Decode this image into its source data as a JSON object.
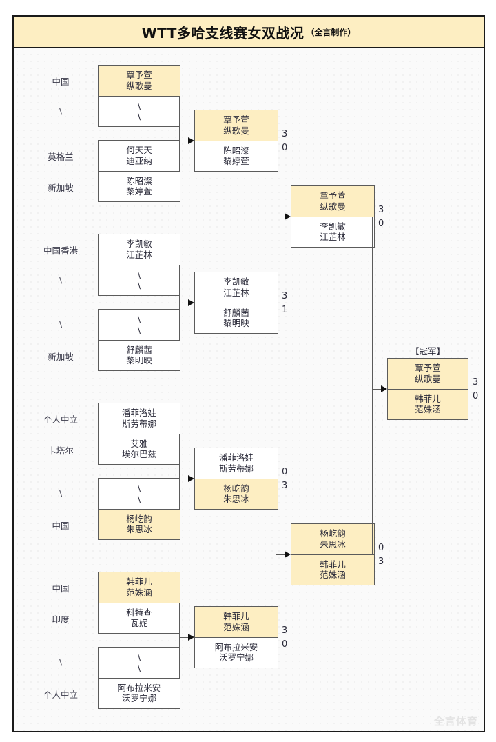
{
  "title": {
    "main": "WTT多哈支线赛女双战况",
    "sub": "（全言制作）"
  },
  "watermark": "全言体育",
  "champion_label": "【冠军】",
  "blank_marker": "\\",
  "rounds": {
    "r1": [
      {
        "label_top": "中国",
        "label_bot": "\\",
        "top": {
          "l1": "覃予萱",
          "l2": "纵歌曼",
          "win": true
        },
        "bot": {
          "l1": "\\",
          "l2": "\\",
          "win": false
        }
      },
      {
        "label_top": "英格兰",
        "label_bot": "新加坡",
        "top": {
          "l1": "何天天",
          "l2": "迪亚纳",
          "win": false
        },
        "bot": {
          "l1": "陈昭澯",
          "l2": "黎婷萱",
          "win": false
        }
      },
      {
        "label_top": "中国香港",
        "label_bot": "\\",
        "top": {
          "l1": "李凯敏",
          "l2": "江芷林",
          "win": false
        },
        "bot": {
          "l1": "\\",
          "l2": "\\",
          "win": false
        }
      },
      {
        "label_top": "\\",
        "label_bot": "新加坡",
        "top": {
          "l1": "\\",
          "l2": "\\",
          "win": false
        },
        "bot": {
          "l1": "舒麟茜",
          "l2": "黎明映",
          "win": false
        }
      },
      {
        "label_top": "个人中立",
        "label_bot": "卡塔尔",
        "top": {
          "l1": "潘菲洛娃",
          "l2": "斯劳蒂娜",
          "win": false
        },
        "bot": {
          "l1": "艾雅",
          "l2": "埃尔巴兹",
          "win": false
        }
      },
      {
        "label_top": "\\",
        "label_bot": "中国",
        "top": {
          "l1": "\\",
          "l2": "\\",
          "win": false
        },
        "bot": {
          "l1": "杨屹韵",
          "l2": "朱思冰",
          "win": true
        }
      },
      {
        "label_top": "中国",
        "label_bot": "印度",
        "top": {
          "l1": "韩菲儿",
          "l2": "范姝涵",
          "win": true
        },
        "bot": {
          "l1": "科特查",
          "l2": "瓦妮",
          "win": false
        }
      },
      {
        "label_top": "\\",
        "label_bot": "个人中立",
        "top": {
          "l1": "\\",
          "l2": "\\",
          "win": false
        },
        "bot": {
          "l1": "阿布拉米安",
          "l2": "沃罗宁娜",
          "win": false
        }
      }
    ],
    "r2": [
      {
        "top": {
          "l1": "覃予萱",
          "l2": "纵歌曼",
          "win": true,
          "score": "3"
        },
        "bot": {
          "l1": "陈昭澯",
          "l2": "黎婷萱",
          "win": false,
          "score": "0"
        }
      },
      {
        "top": {
          "l1": "李凯敏",
          "l2": "江芷林",
          "win": false,
          "score": "3"
        },
        "bot": {
          "l1": "舒麟茜",
          "l2": "黎明映",
          "win": false,
          "score": "1"
        }
      },
      {
        "top": {
          "l1": "潘菲洛娃",
          "l2": "斯劳蒂娜",
          "win": false,
          "score": "0"
        },
        "bot": {
          "l1": "杨屹韵",
          "l2": "朱思冰",
          "win": true,
          "score": "3"
        }
      },
      {
        "top": {
          "l1": "韩菲儿",
          "l2": "范姝涵",
          "win": true,
          "score": "3"
        },
        "bot": {
          "l1": "阿布拉米安",
          "l2": "沃罗宁娜",
          "win": false,
          "score": "0"
        }
      }
    ],
    "r3": [
      {
        "top": {
          "l1": "覃予萱",
          "l2": "纵歌曼",
          "win": true,
          "score": "3"
        },
        "bot": {
          "l1": "李凯敏",
          "l2": "江芷林",
          "win": false,
          "score": "0"
        }
      },
      {
        "top": {
          "l1": "杨屹韵",
          "l2": "朱思冰",
          "win": true,
          "score": "0"
        },
        "bot": {
          "l1": "韩菲儿",
          "l2": "范姝涵",
          "win": true,
          "score": "3"
        }
      }
    ],
    "final": {
      "top": {
        "l1": "覃予萱",
        "l2": "纵歌曼",
        "win": true,
        "score": "3"
      },
      "bot": {
        "l1": "韩菲儿",
        "l2": "范姝涵",
        "win": true,
        "score": "0"
      }
    }
  }
}
